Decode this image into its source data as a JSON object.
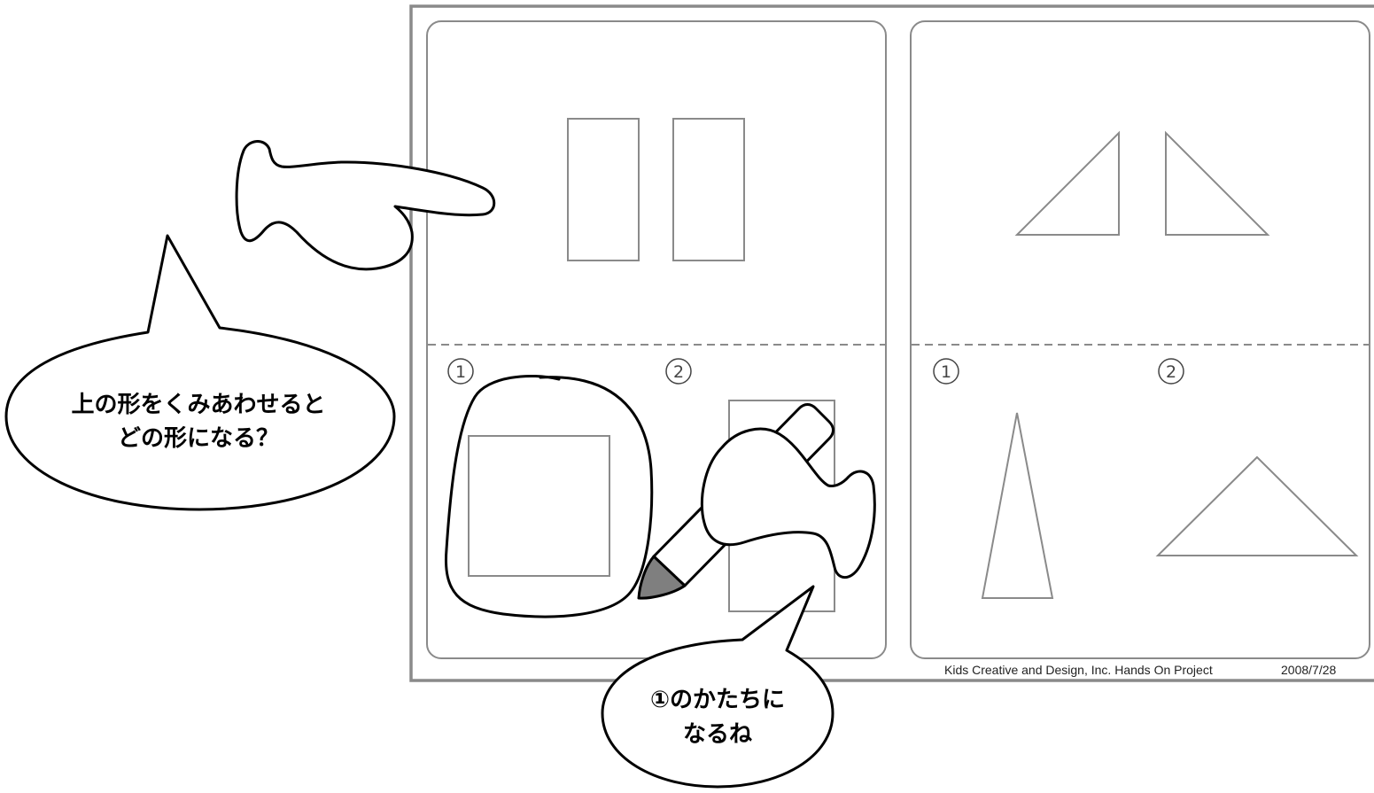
{
  "worksheet": {
    "left_panel": {
      "option_1_marker": "1",
      "option_2_marker": "2"
    },
    "right_panel": {
      "option_1_marker": "1",
      "option_2_marker": "2"
    },
    "footer": {
      "credit": "Kids Creative and Design, Inc. Hands On Project",
      "date": "2008/7/28"
    }
  },
  "speech_bubbles": {
    "question": {
      "line1": "上の形をくみあわせると",
      "line2": "どの形になる？"
    },
    "answer": {
      "line1": "①のかたちに",
      "line2": "なるね"
    }
  }
}
